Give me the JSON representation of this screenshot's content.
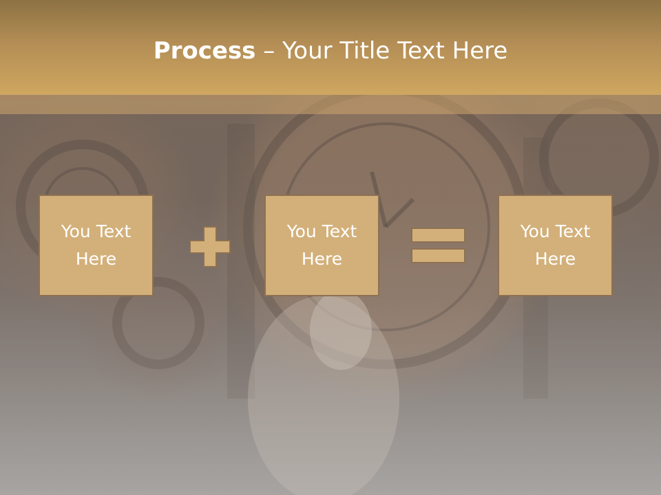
{
  "slide": {
    "title_bold": "Process",
    "title_rest": " – Your Title Text Here",
    "boxes": [
      {
        "text": "You Text Here"
      },
      {
        "text": "You Text Here"
      },
      {
        "text": "You Text Here"
      }
    ],
    "operators": [
      "plus-icon",
      "equals-icon"
    ]
  },
  "colors": {
    "title_bar": "#c9a25e",
    "box_fill": "#d3b07a",
    "box_border": "#8d7152",
    "operator_fill": "#d3b07a"
  }
}
